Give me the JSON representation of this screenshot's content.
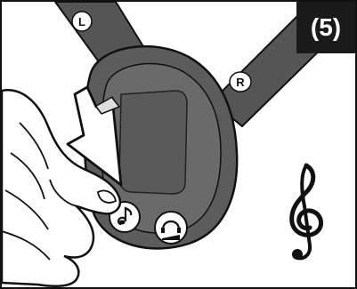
{
  "step": {
    "label": "(5)"
  },
  "earpieces": {
    "left_marker": "L",
    "right_marker": "R"
  },
  "icons": {
    "music_button": "music-note-icon",
    "headphone_button": "headphone-volume-icon",
    "clef": "treble-clef-icon",
    "pointer": "press-arrow-icon"
  },
  "colors": {
    "device_body": "#5c5c5c",
    "device_face": "#6a6a6a",
    "band": "#555555",
    "badge": "#1a1a1a",
    "skin": "#ffffff"
  }
}
